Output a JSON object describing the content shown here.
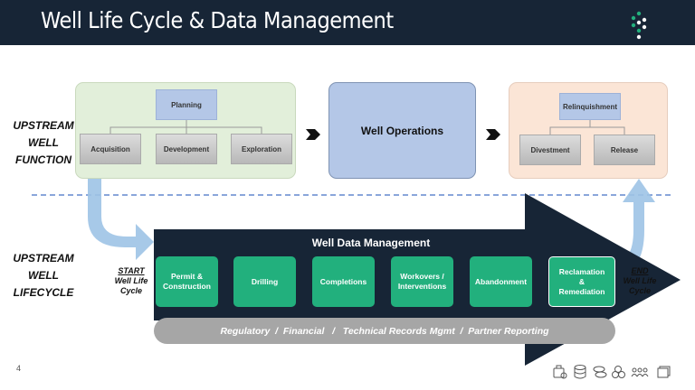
{
  "header": {
    "title": "Well Life Cycle & Data Management"
  },
  "function": {
    "label_lines": [
      "UPSTREAM",
      "WELL",
      "FUNCTION"
    ],
    "planning": "Planning",
    "acquisition": "Acquisition",
    "development": "Development",
    "exploration": "Exploration",
    "well_operations": "Well Operations",
    "relinquishment": "Relinquishment",
    "divestment": "Divestment",
    "release": "Release"
  },
  "lifecycle": {
    "label_lines": [
      "UPSTREAM",
      "WELL",
      "LIFECYCLE"
    ],
    "start": "START",
    "start_sub": [
      "Well Life",
      "Cycle"
    ],
    "end": "END",
    "end_sub": [
      "Well Life",
      "Cycle"
    ],
    "title": "Well Data Management",
    "stages": [
      [
        "Permit &",
        "Construction"
      ],
      [
        "Drilling"
      ],
      [
        "Completions"
      ],
      [
        "Workovers /",
        "Interventions"
      ],
      [
        "Abandonment"
      ],
      [
        "Reclamation",
        "&",
        "Remediation"
      ]
    ],
    "bar": "Regulatory  /  Financial   /   Technical Records Mgmt  /  Partner Reporting"
  },
  "page_number": "4",
  "footer_icons": [
    "bag-pin-icon",
    "database-icon",
    "coins-icon",
    "circles-icon",
    "people-icon",
    "layers-icon"
  ],
  "colors": {
    "header": "#172536",
    "accent_green": "#22b07d",
    "function_bg": "#e2efda",
    "ops_bg": "#b4c7e7",
    "end_bg": "#fbe5d6"
  }
}
